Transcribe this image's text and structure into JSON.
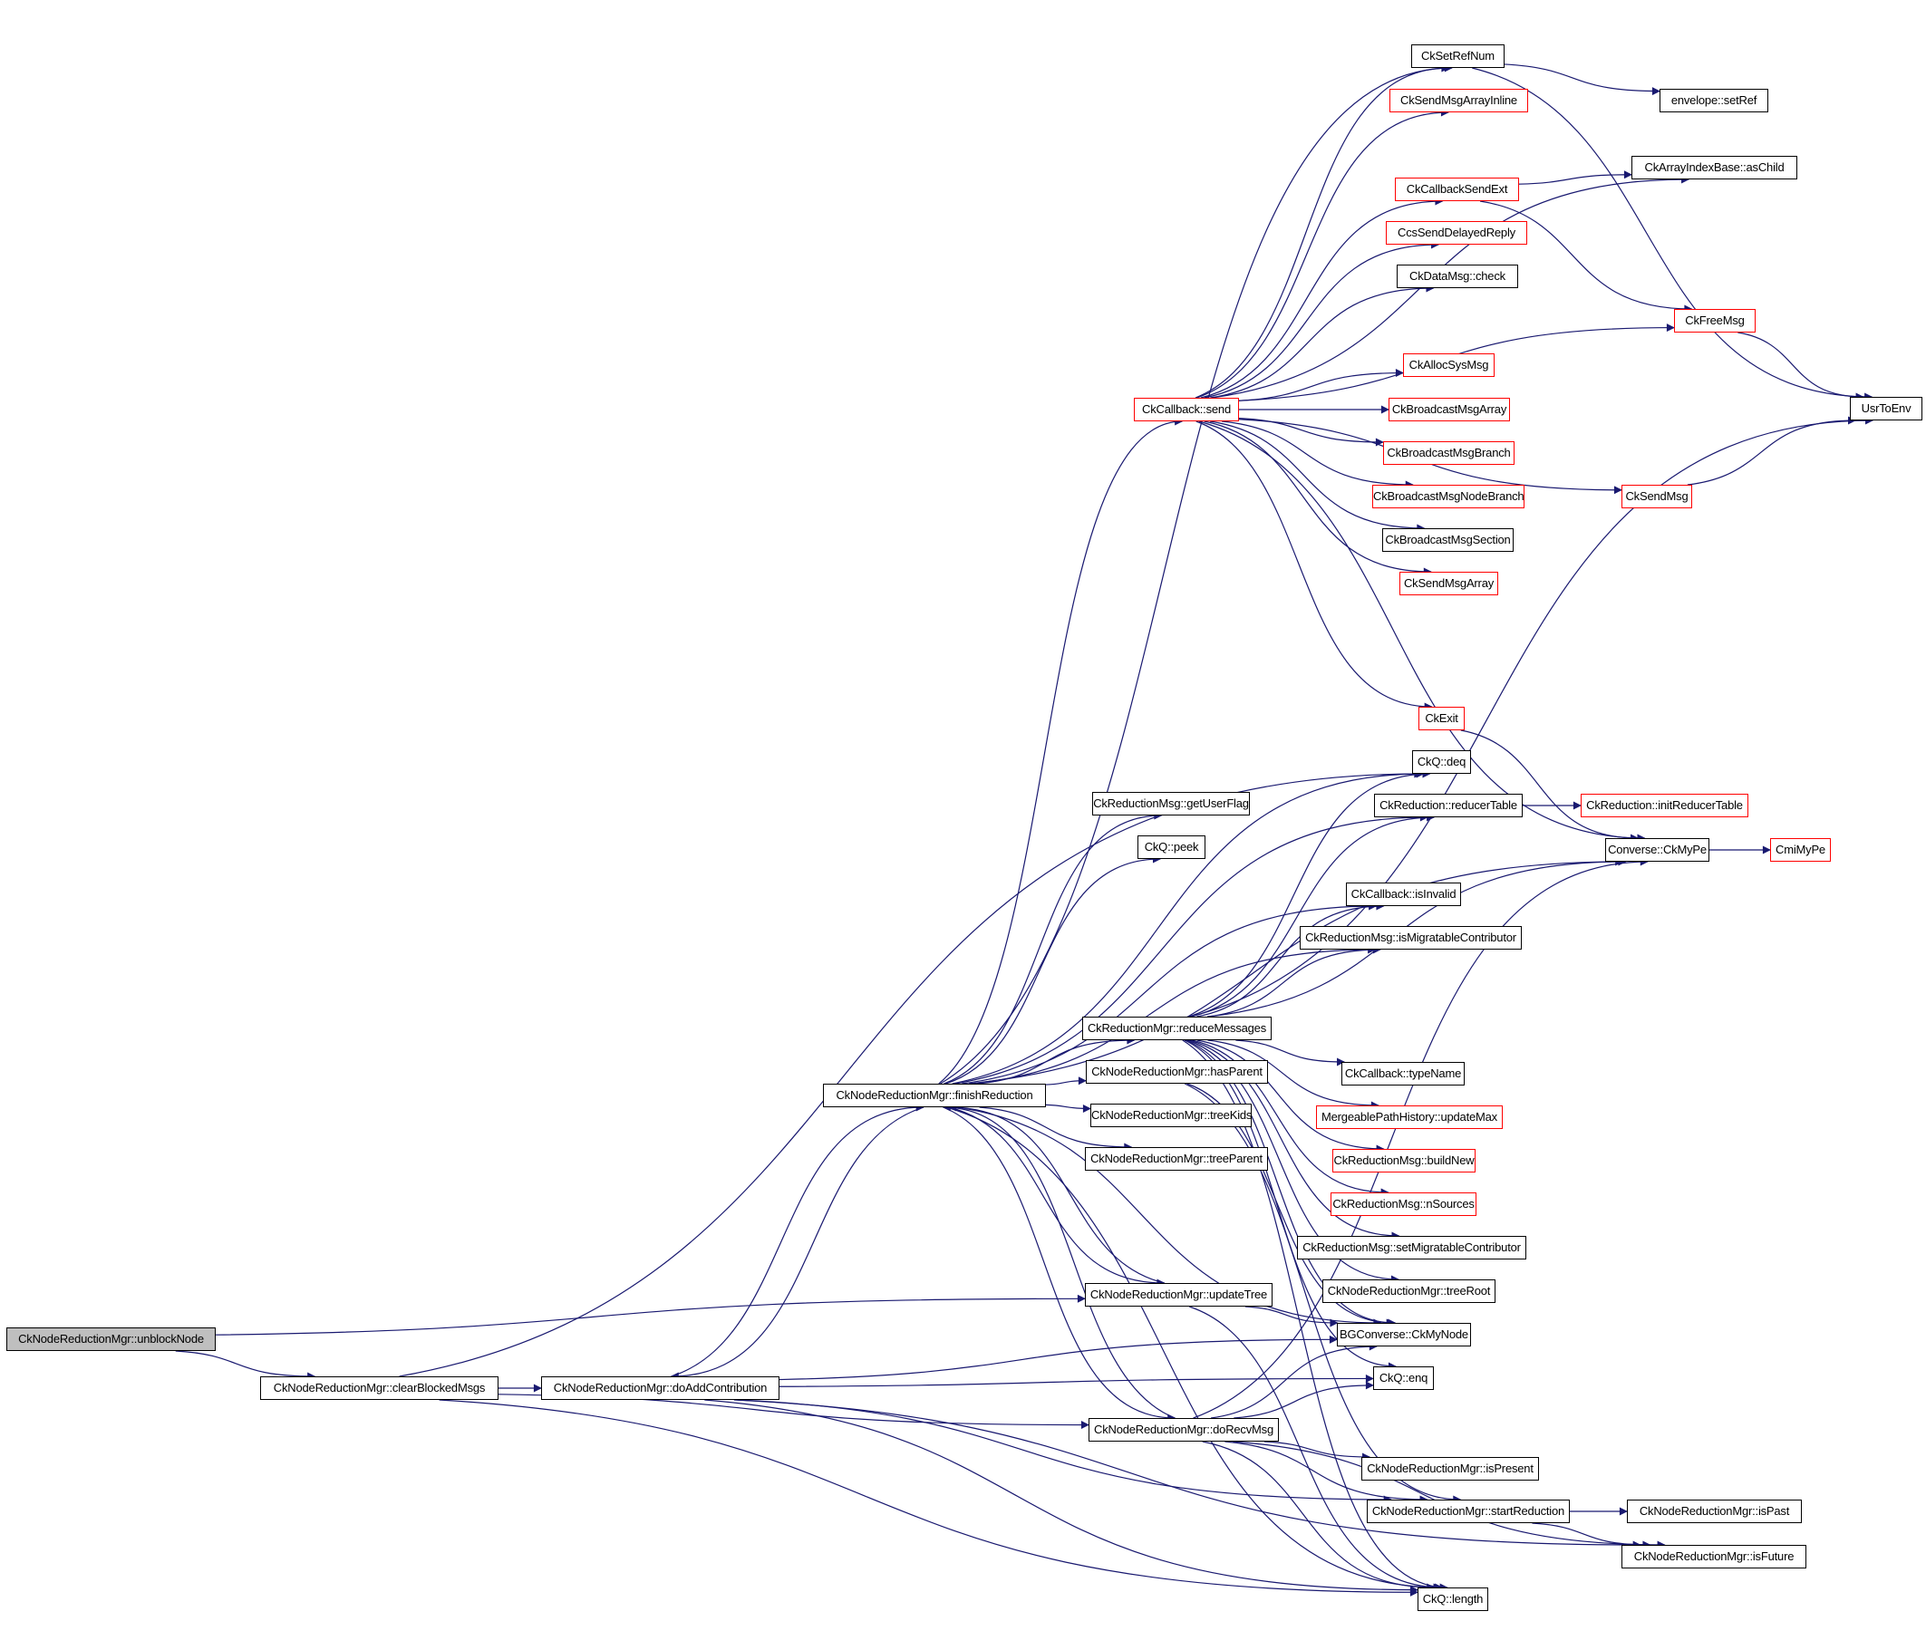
{
  "diagram": {
    "type": "call-graph",
    "root": "CkNodeReductionMgr::unblockNode",
    "colors": {
      "edge": "#191970",
      "border_documented": "#000000",
      "border_undocumented": "#ff0000",
      "root_fill": "#bfbfbf"
    },
    "nodes": [
      {
        "id": "unblockNode",
        "label": "CkNodeReductionMgr::unblockNode",
        "style": "root"
      },
      {
        "id": "clearBlockedMsgs",
        "label": "CkNodeReductionMgr::clearBlockedMsgs",
        "style": "black"
      },
      {
        "id": "doAddContribution",
        "label": "CkNodeReductionMgr::doAddContribution",
        "style": "black"
      },
      {
        "id": "finishReduction",
        "label": "CkNodeReductionMgr::finishReduction",
        "style": "black"
      },
      {
        "id": "ckCallbackSend",
        "label": "CkCallback::send",
        "style": "red"
      },
      {
        "id": "ckSetRefNum",
        "label": "CkSetRefNum",
        "style": "black"
      },
      {
        "id": "envelopeSetRef",
        "label": "envelope::setRef",
        "style": "black"
      },
      {
        "id": "ckSendMsgArrayInline",
        "label": "CkSendMsgArrayInline",
        "style": "red"
      },
      {
        "id": "ckArrayIndexBaseAsChild",
        "label": "CkArrayIndexBase::asChild",
        "style": "black"
      },
      {
        "id": "ckCallbackSendExt",
        "label": "CkCallbackSendExt",
        "style": "red"
      },
      {
        "id": "ccsSendDelayedReply",
        "label": "CcsSendDelayedReply",
        "style": "red"
      },
      {
        "id": "ckDataMsgCheck",
        "label": "CkDataMsg::check",
        "style": "black"
      },
      {
        "id": "ckFreeMsg",
        "label": "CkFreeMsg",
        "style": "red"
      },
      {
        "id": "ckAllocSysMsg",
        "label": "CkAllocSysMsg",
        "style": "red"
      },
      {
        "id": "usrToEnv",
        "label": "UsrToEnv",
        "style": "black"
      },
      {
        "id": "ckBroadcastMsgArray",
        "label": "CkBroadcastMsgArray",
        "style": "red"
      },
      {
        "id": "ckBroadcastMsgBranch",
        "label": "CkBroadcastMsgBranch",
        "style": "red"
      },
      {
        "id": "ckBroadcastMsgNodeBranch",
        "label": "CkBroadcastMsgNodeBranch",
        "style": "red"
      },
      {
        "id": "ckSendMsg",
        "label": "CkSendMsg",
        "style": "red"
      },
      {
        "id": "ckBroadcastMsgSection",
        "label": "CkBroadcastMsgSection",
        "style": "black"
      },
      {
        "id": "ckSendMsgArray",
        "label": "CkSendMsgArray",
        "style": "red"
      },
      {
        "id": "ckExit",
        "label": "CkExit",
        "style": "red"
      },
      {
        "id": "ckQDeq",
        "label": "CkQ::deq",
        "style": "black"
      },
      {
        "id": "getUserFlag",
        "label": "CkReductionMsg::getUserFlag",
        "style": "black"
      },
      {
        "id": "reducerTable",
        "label": "CkReduction::reducerTable",
        "style": "black"
      },
      {
        "id": "initReducerTable",
        "label": "CkReduction::initReducerTable",
        "style": "red"
      },
      {
        "id": "ckQPeek",
        "label": "CkQ::peek",
        "style": "black"
      },
      {
        "id": "converseCkMyPe",
        "label": "Converse::CkMyPe",
        "style": "black"
      },
      {
        "id": "cmiMyPe",
        "label": "CmiMyPe",
        "style": "red"
      },
      {
        "id": "isInvalid",
        "label": "CkCallback::isInvalid",
        "style": "black"
      },
      {
        "id": "isMigratableContributor",
        "label": "CkReductionMsg::isMigratableContributor",
        "style": "black"
      },
      {
        "id": "reduceMessages",
        "label": "CkReductionMgr::reduceMessages",
        "style": "black"
      },
      {
        "id": "typeName",
        "label": "CkCallback::typeName",
        "style": "black"
      },
      {
        "id": "hasParent",
        "label": "CkNodeReductionMgr::hasParent",
        "style": "black"
      },
      {
        "id": "updateMax",
        "label": "MergeablePathHistory::updateMax",
        "style": "red"
      },
      {
        "id": "treeKids",
        "label": "CkNodeReductionMgr::treeKids",
        "style": "black"
      },
      {
        "id": "buildNew",
        "label": "CkReductionMsg::buildNew",
        "style": "red"
      },
      {
        "id": "treeParent",
        "label": "CkNodeReductionMgr::treeParent",
        "style": "black"
      },
      {
        "id": "nSources",
        "label": "CkReductionMsg::nSources",
        "style": "red"
      },
      {
        "id": "setMigratableContributor",
        "label": "CkReductionMsg::setMigratableContributor",
        "style": "black"
      },
      {
        "id": "treeRoot",
        "label": "CkNodeReductionMgr::treeRoot",
        "style": "black"
      },
      {
        "id": "updateTree",
        "label": "CkNodeReductionMgr::updateTree",
        "style": "black"
      },
      {
        "id": "bgCkMyNode",
        "label": "BGConverse::CkMyNode",
        "style": "black"
      },
      {
        "id": "ckQEnq",
        "label": "CkQ::enq",
        "style": "black"
      },
      {
        "id": "doRecvMsg",
        "label": "CkNodeReductionMgr::doRecvMsg",
        "style": "black"
      },
      {
        "id": "isPresent",
        "label": "CkNodeReductionMgr::isPresent",
        "style": "black"
      },
      {
        "id": "startReduction",
        "label": "CkNodeReductionMgr::startReduction",
        "style": "black"
      },
      {
        "id": "isPast",
        "label": "CkNodeReductionMgr::isPast",
        "style": "black"
      },
      {
        "id": "isFuture",
        "label": "CkNodeReductionMgr::isFuture",
        "style": "black"
      },
      {
        "id": "ckQLength",
        "label": "CkQ::length",
        "style": "black"
      }
    ],
    "edges": [
      [
        "unblockNode",
        "clearBlockedMsgs"
      ],
      [
        "unblockNode",
        "updateTree"
      ],
      [
        "clearBlockedMsgs",
        "doAddContribution"
      ],
      [
        "clearBlockedMsgs",
        "ckQDeq"
      ],
      [
        "clearBlockedMsgs",
        "doRecvMsg"
      ],
      [
        "clearBlockedMsgs",
        "ckQLength"
      ],
      [
        "doAddContribution",
        "finishReduction"
      ],
      [
        "doAddContribution",
        "bgCkMyNode"
      ],
      [
        "doAddContribution",
        "ckQEnq"
      ],
      [
        "doAddContribution",
        "startReduction"
      ],
      [
        "doAddContribution",
        "ckQLength"
      ],
      [
        "doAddContribution",
        "isFuture"
      ],
      [
        "finishReduction",
        "ckCallbackSend"
      ],
      [
        "finishReduction",
        "ckSetRefNum"
      ],
      [
        "finishReduction",
        "ckQDeq"
      ],
      [
        "finishReduction",
        "getUserFlag"
      ],
      [
        "finishReduction",
        "reducerTable"
      ],
      [
        "finishReduction",
        "ckQPeek"
      ],
      [
        "finishReduction",
        "converseCkMyPe"
      ],
      [
        "finishReduction",
        "isInvalid"
      ],
      [
        "finishReduction",
        "isMigratableContributor"
      ],
      [
        "finishReduction",
        "reduceMessages"
      ],
      [
        "finishReduction",
        "hasParent"
      ],
      [
        "finishReduction",
        "treeKids"
      ],
      [
        "finishReduction",
        "treeParent"
      ],
      [
        "finishReduction",
        "updateTree"
      ],
      [
        "finishReduction",
        "doRecvMsg"
      ],
      [
        "finishReduction",
        "doAddContribution"
      ],
      [
        "finishReduction",
        "bgCkMyNode"
      ],
      [
        "finishReduction",
        "ckQLength"
      ],
      [
        "ckCallbackSend",
        "ckSetRefNum"
      ],
      [
        "ckCallbackSend",
        "ckSendMsgArrayInline"
      ],
      [
        "ckCallbackSend",
        "ckArrayIndexBaseAsChild"
      ],
      [
        "ckCallbackSend",
        "ckCallbackSendExt"
      ],
      [
        "ckCallbackSend",
        "ccsSendDelayedReply"
      ],
      [
        "ckCallbackSend",
        "ckDataMsgCheck"
      ],
      [
        "ckCallbackSend",
        "ckFreeMsg"
      ],
      [
        "ckCallbackSend",
        "ckAllocSysMsg"
      ],
      [
        "ckCallbackSend",
        "ckBroadcastMsgArray"
      ],
      [
        "ckCallbackSend",
        "ckBroadcastMsgBranch"
      ],
      [
        "ckCallbackSend",
        "ckBroadcastMsgNodeBranch"
      ],
      [
        "ckCallbackSend",
        "ckBroadcastMsgSection"
      ],
      [
        "ckCallbackSend",
        "ckSendMsgArray"
      ],
      [
        "ckCallbackSend",
        "ckSendMsg"
      ],
      [
        "ckCallbackSend",
        "ckExit"
      ],
      [
        "ckCallbackSend",
        "converseCkMyPe"
      ],
      [
        "ckSetRefNum",
        "envelopeSetRef"
      ],
      [
        "ckSetRefNum",
        "usrToEnv"
      ],
      [
        "ckCallbackSendExt",
        "ckArrayIndexBaseAsChild"
      ],
      [
        "ckCallbackSendExt",
        "ckFreeMsg"
      ],
      [
        "ckFreeMsg",
        "usrToEnv"
      ],
      [
        "ckSendMsg",
        "usrToEnv"
      ],
      [
        "ckExit",
        "converseCkMyPe"
      ],
      [
        "reducerTable",
        "initReducerTable"
      ],
      [
        "converseCkMyPe",
        "cmiMyPe"
      ],
      [
        "reduceMessages",
        "ckQDeq"
      ],
      [
        "reduceMessages",
        "reducerTable"
      ],
      [
        "reduceMessages",
        "isInvalid"
      ],
      [
        "reduceMessages",
        "isMigratableContributor"
      ],
      [
        "reduceMessages",
        "converseCkMyPe"
      ],
      [
        "reduceMessages",
        "usrToEnv"
      ],
      [
        "reduceMessages",
        "typeName"
      ],
      [
        "reduceMessages",
        "updateMax"
      ],
      [
        "reduceMessages",
        "buildNew"
      ],
      [
        "reduceMessages",
        "nSources"
      ],
      [
        "reduceMessages",
        "setMigratableContributor"
      ],
      [
        "reduceMessages",
        "treeRoot"
      ],
      [
        "reduceMessages",
        "bgCkMyNode"
      ],
      [
        "reduceMessages",
        "ckQEnq"
      ],
      [
        "reduceMessages",
        "ckQLength"
      ],
      [
        "hasParent",
        "bgCkMyNode"
      ],
      [
        "hasParent",
        "startReduction"
      ],
      [
        "updateTree",
        "finishReduction"
      ],
      [
        "updateTree",
        "bgCkMyNode"
      ],
      [
        "updateTree",
        "ckQLength"
      ],
      [
        "doRecvMsg",
        "finishReduction"
      ],
      [
        "doRecvMsg",
        "bgCkMyNode"
      ],
      [
        "doRecvMsg",
        "ckQEnq"
      ],
      [
        "doRecvMsg",
        "converseCkMyPe"
      ],
      [
        "doRecvMsg",
        "isPresent"
      ],
      [
        "doRecvMsg",
        "startReduction"
      ],
      [
        "doRecvMsg",
        "isFuture"
      ],
      [
        "doRecvMsg",
        "ckQLength"
      ],
      [
        "startReduction",
        "isPast"
      ],
      [
        "startReduction",
        "isFuture"
      ]
    ]
  }
}
